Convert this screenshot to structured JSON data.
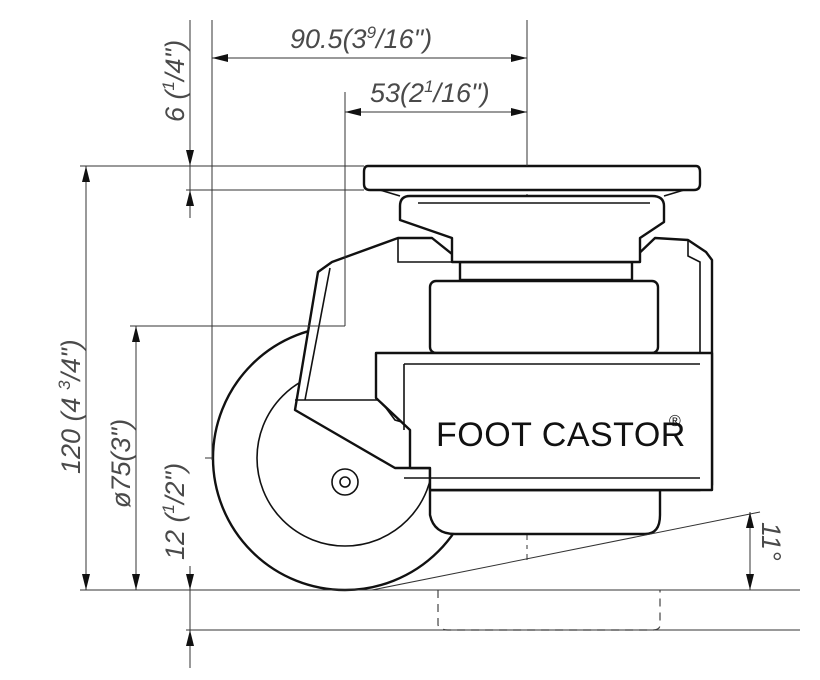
{
  "drawing": {
    "product_label": "FOOT CASTOR",
    "registered_mark": "®",
    "dimensions": {
      "overall_width": {
        "value": "90.5",
        "open": "(3",
        "num": "9",
        "den": "/16\")"
      },
      "center_offset": {
        "value": "53",
        "open": "(2",
        "num": "1",
        "den": "/16\")"
      },
      "plate_thickness": {
        "value": "6",
        "open": " (",
        "num": "1",
        "den": "/4\")"
      },
      "overall_height": {
        "value": "120",
        "open": " (4 ",
        "num": "3",
        "den": "/4\")"
      },
      "wheel_diameter": {
        "value": "ø75",
        "open": "(3\")"
      },
      "ground_clearance": {
        "value": "12",
        "open": " (",
        "num": "1",
        "den": "/2\")"
      },
      "tilt_angle": {
        "value": "11°"
      }
    }
  }
}
